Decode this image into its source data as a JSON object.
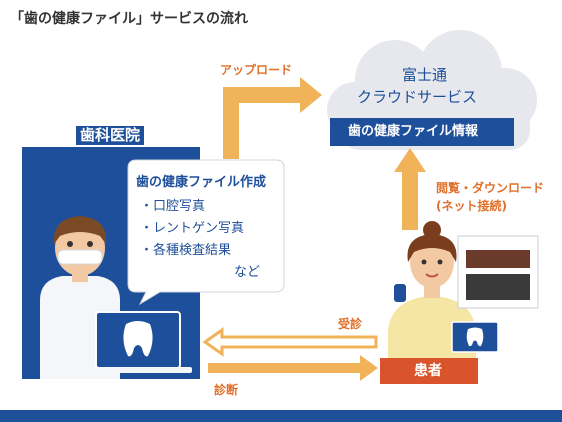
{
  "title": "「歯の健康ファイル」サービスの流れ",
  "cloud": {
    "line1": "富士通",
    "line2": "クラウドサービス",
    "info_label": "歯の健康ファイル情報"
  },
  "clinic": {
    "label": "歯科医院"
  },
  "bubble": {
    "heading": "歯の健康ファイル作成",
    "items": [
      "・口腔写真",
      "・レントゲン写真",
      "・各種検査結果"
    ],
    "etc": "など"
  },
  "arrows": {
    "upload": "アップロード",
    "browse_line1": "閲覧・ダウンロード",
    "browse_line2": "(ネット接続)",
    "visit": "受診",
    "diagnosis": "診断"
  },
  "patient": {
    "label": "患者"
  },
  "colors": {
    "navy": "#1e4f9a",
    "orange_arrow": "#f0b35a",
    "label_orange": "#e0702a",
    "cloud": "#e6e8ee",
    "patient_box": "#d9542a"
  }
}
